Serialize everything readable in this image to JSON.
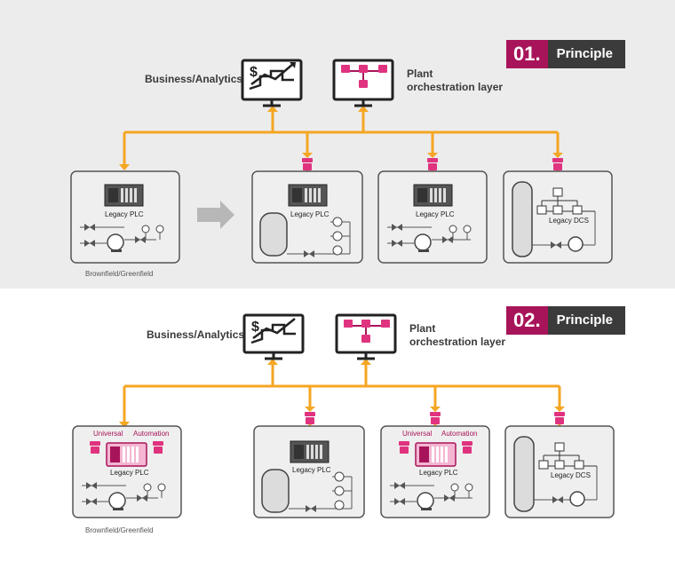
{
  "panels": [
    {
      "number": "01.",
      "label": "Principle",
      "business_analytics": "Business/Analytics",
      "plant_orchestration": [
        "Plant",
        "orchestration layer"
      ],
      "caption": "Brownfield/Greenfield",
      "legacy_plc": "Legacy PLC",
      "legacy_dcs": "Legacy DCS"
    },
    {
      "number": "02.",
      "label": "Principle",
      "business_analytics": "Business/Analytics",
      "plant_orchestration": [
        "Plant",
        "orchestration layer"
      ],
      "caption": "Brownfield/Greenfield",
      "legacy_plc": "Legacy PLC",
      "legacy_dcs": "Legacy DCS",
      "universal": "Universal",
      "automation": "Automation"
    }
  ],
  "icons": [
    "monitor-icon",
    "chart-icon",
    "dollar-icon",
    "orchestration-icon",
    "connector-icon",
    "plc-icon",
    "dcs-icon",
    "tank-icon",
    "pump-icon",
    "valve-icon",
    "arrow-right-icon"
  ],
  "colors": {
    "accent": "#a8145a",
    "connector": "#e0337f",
    "line": "#f5a623",
    "border": "#444444"
  }
}
